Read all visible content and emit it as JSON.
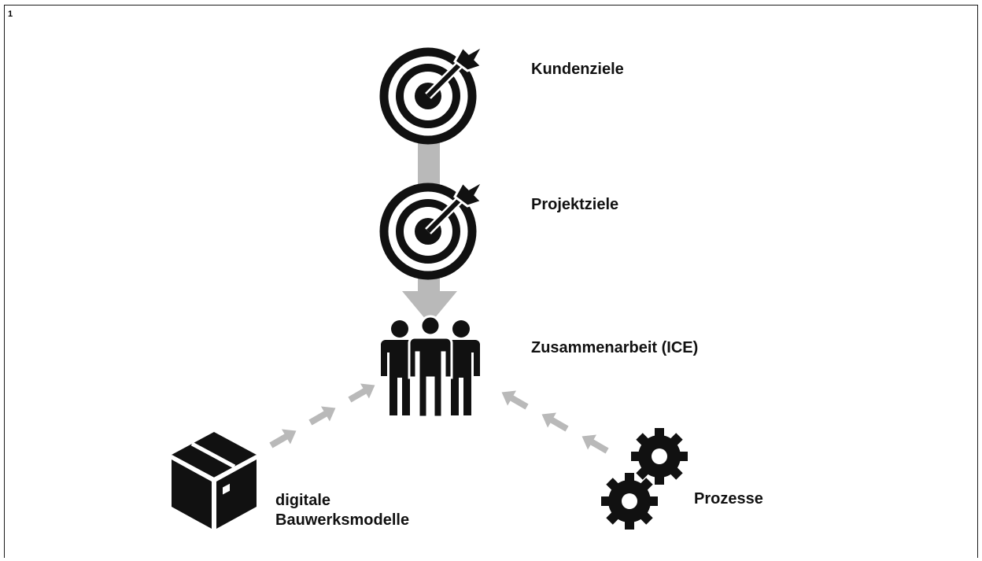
{
  "figure": {
    "number": "1"
  },
  "nodes": {
    "customer_goals": {
      "label": "Kundenziele",
      "icon": "target-icon"
    },
    "project_goals": {
      "label": "Projektziele",
      "icon": "target-icon"
    },
    "collaboration": {
      "label": "Zusammenarbeit (ICE)",
      "icon": "people-group-icon"
    },
    "models": {
      "label_line1": "digitale",
      "label_line2": "Bauwerksmodelle",
      "icon": "box-icon"
    },
    "processes": {
      "label": "Prozesse",
      "icon": "gears-icon"
    }
  },
  "colors": {
    "icon": "#111111",
    "arrow": "#b9b9b9",
    "border": "#1a1a1a"
  }
}
